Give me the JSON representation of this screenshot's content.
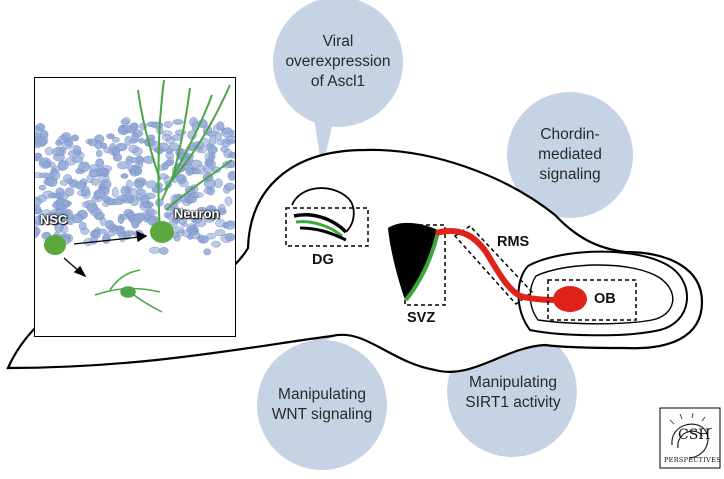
{
  "bubbles": {
    "ascl1": "Viral\noverexpression\nof Ascl1",
    "chordin": "Chordin-\nmediated\nsignaling",
    "wnt": "Manipulating\nWNT signaling",
    "sirt1": "Manipulating\nSIRT1 activity"
  },
  "regions": {
    "dg": "DG",
    "svz": "SVZ",
    "rms": "RMS",
    "ob": "OB"
  },
  "inset": {
    "nsc": "NSC",
    "neuron": "Neuron"
  },
  "logo": {
    "letters": "CSH",
    "sub": "PERSPECTIVES"
  },
  "colors": {
    "bubble": "#c5d3e4",
    "green": "#3aa83a",
    "red": "#e0221b",
    "nuclei": "#8fa6d6"
  }
}
